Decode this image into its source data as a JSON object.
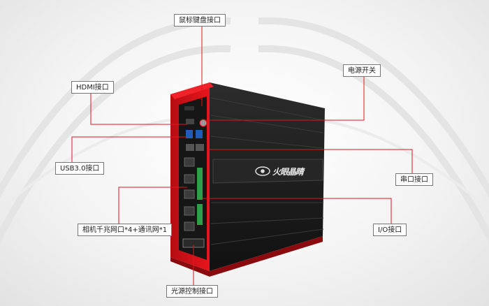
{
  "labels": {
    "mouse_keyboard": "鼠标键盘接口",
    "hdmi": "HDMI接口",
    "power_switch": "电源开关",
    "usb": "USB3.0接口",
    "serial": "串口接口",
    "network": "相机千兆网口*4+通讯网*1",
    "io": "I/O接口",
    "light_control": "光源控制接口"
  },
  "brand": {
    "logo_text": "火眼晶睛"
  },
  "colors": {
    "accent": "#e1141b",
    "body": "#1b1b1b",
    "leader": "#e1141b"
  }
}
